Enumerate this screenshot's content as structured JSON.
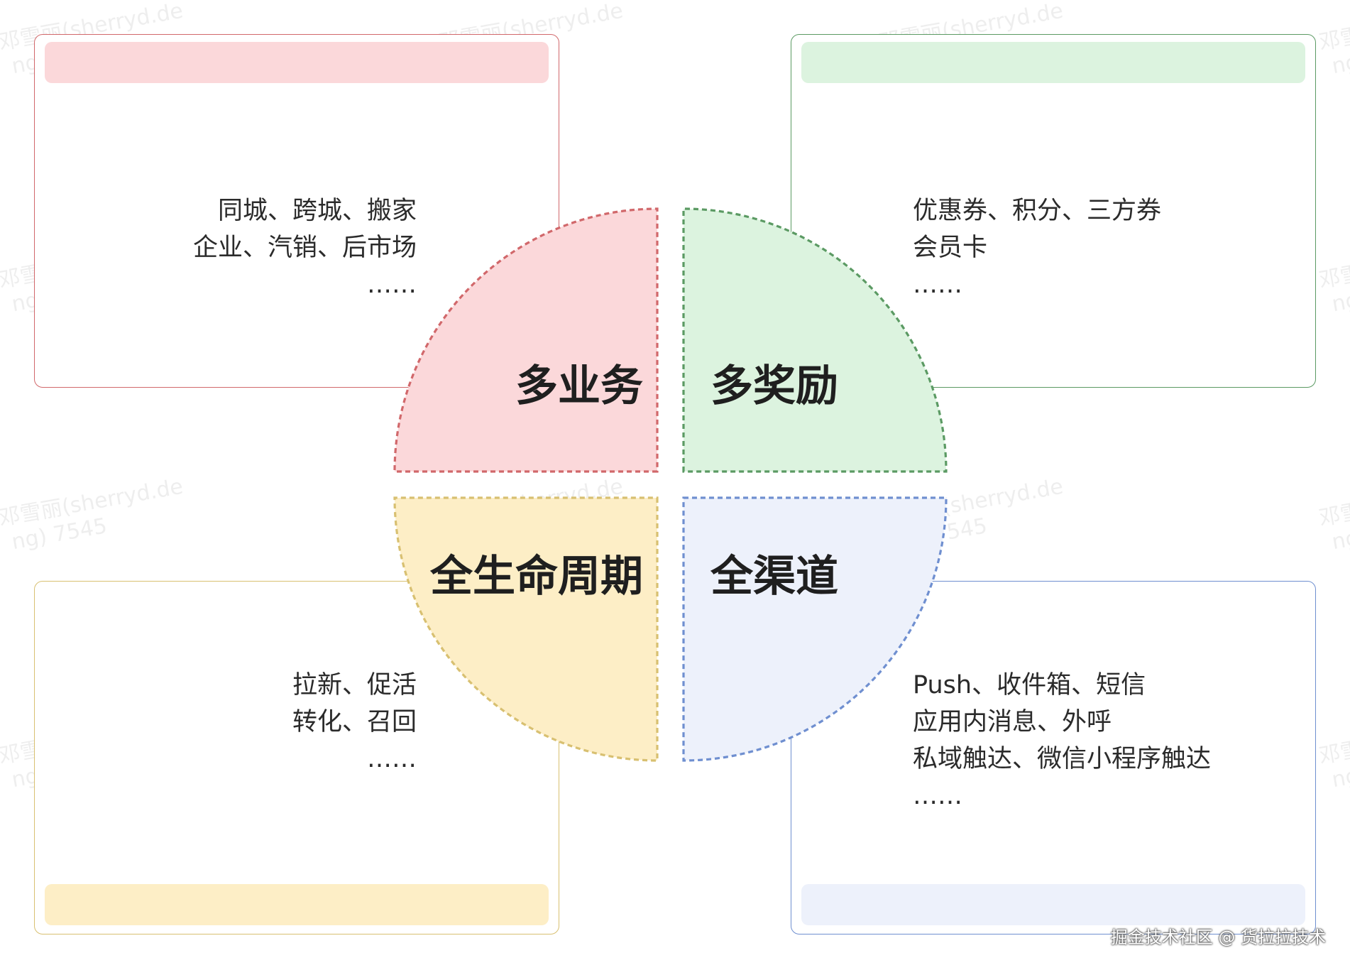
{
  "quadrants": {
    "business": {
      "label": "多业务",
      "lines": [
        "同城、跨城、搬家",
        "企业、汽销、后市场",
        "……"
      ],
      "colors": {
        "border": "#d1686b",
        "fill": "#fbd8da"
      }
    },
    "reward": {
      "label": "多奖励",
      "lines": [
        "优惠券、积分、三方券",
        "会员卡",
        "……"
      ],
      "colors": {
        "border": "#5b9a63",
        "fill": "#dcf3df"
      }
    },
    "lifecycle": {
      "label": "全生命周期",
      "lines": [
        "拉新、促活",
        "转化、召回",
        "……"
      ],
      "colors": {
        "border": "#d8c071",
        "fill": "#fdeec6"
      }
    },
    "channel": {
      "label": "全渠道",
      "lines": [
        "Push、收件箱、短信",
        "应用内消息、外呼",
        "私域触达、微信小程序触达",
        "……"
      ],
      "colors": {
        "border": "#6f8fd0",
        "fill": "#edf1fb"
      }
    }
  },
  "watermark": {
    "line1": "邓雪丽(sherryd.de",
    "line2": "ng) 7545"
  },
  "footer": {
    "credit": "掘金技术社区 @ 货拉拉技术"
  }
}
